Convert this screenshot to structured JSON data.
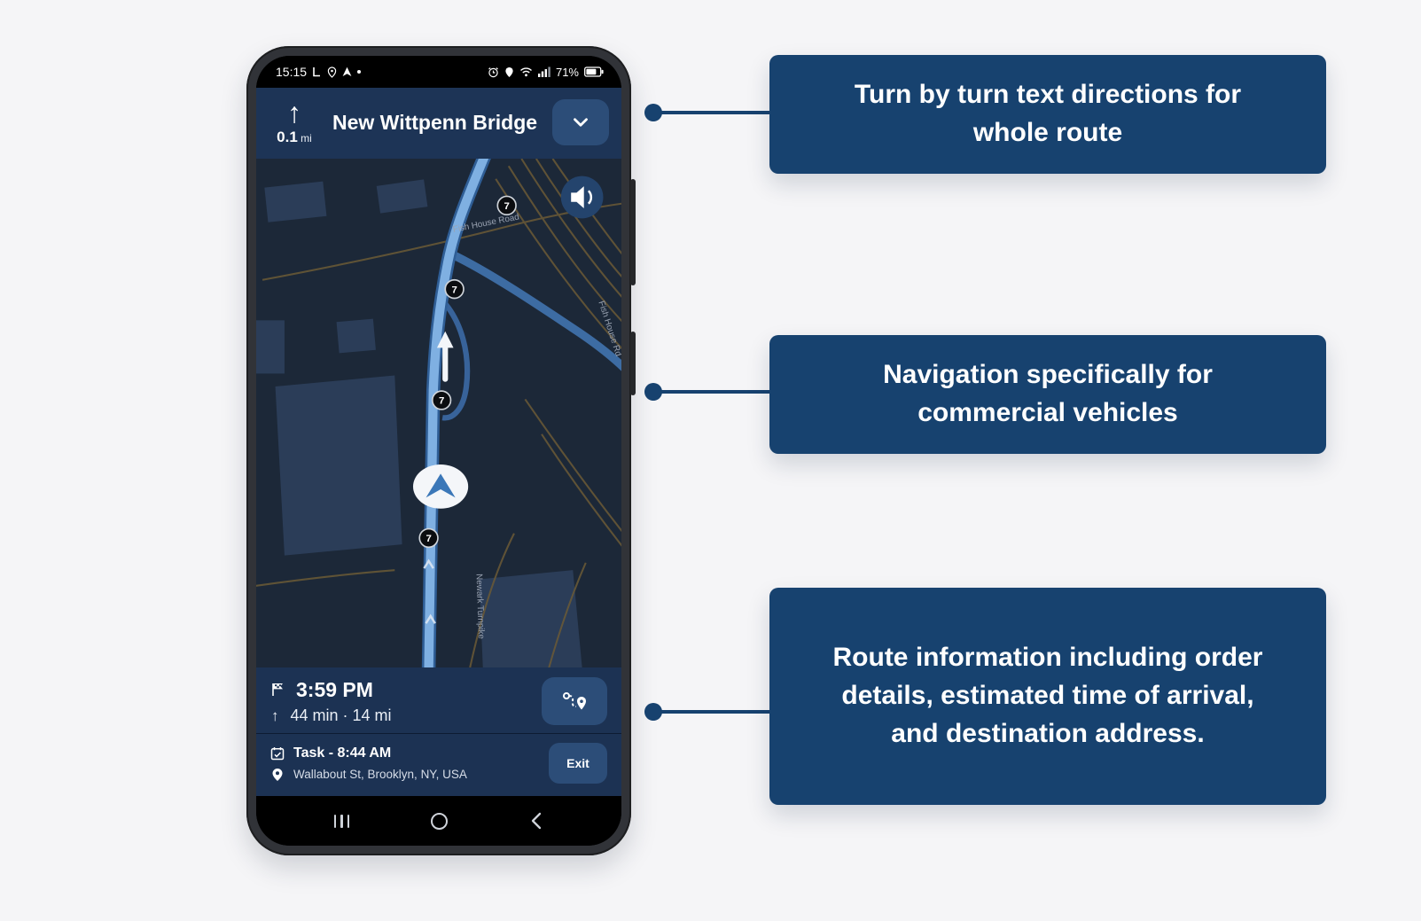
{
  "colors": {
    "background": "#f5f5f7",
    "callout_bg": "#17426f",
    "connector": "#17426f",
    "panel_bg": "#1c3253",
    "header_bg": "#1d3456",
    "button_bg": "#2c4d78",
    "map_bg": "#1c2838",
    "route_blue": "#7fb0e2"
  },
  "phone": {
    "status_bar": {
      "time": "15:15",
      "battery": "71%"
    },
    "nav_header": {
      "arrow_glyph": "↑",
      "distance": "0.1",
      "distance_unit": "mi",
      "instruction": "New Wittpenn Bridge"
    },
    "map": {
      "badge_value": "7",
      "labels": [
        "Fish House Road",
        "Fish House Rd",
        "Newark Turnpike"
      ]
    },
    "eta_panel": {
      "arrival_time": "3:59 PM",
      "arrow_glyph": "↑",
      "remaining": "44 min · 14 mi"
    },
    "task_panel": {
      "title": "Task - 8:44 AM",
      "address": "Wallabout St, Brooklyn, NY, USA",
      "exit_label": "Exit"
    }
  },
  "callouts": [
    {
      "text": "Turn by turn text directions for whole route"
    },
    {
      "text": "Navigation specifically for commercial vehicles"
    },
    {
      "text": "Route information including order details, estimated time of arrival, and destination address."
    }
  ]
}
